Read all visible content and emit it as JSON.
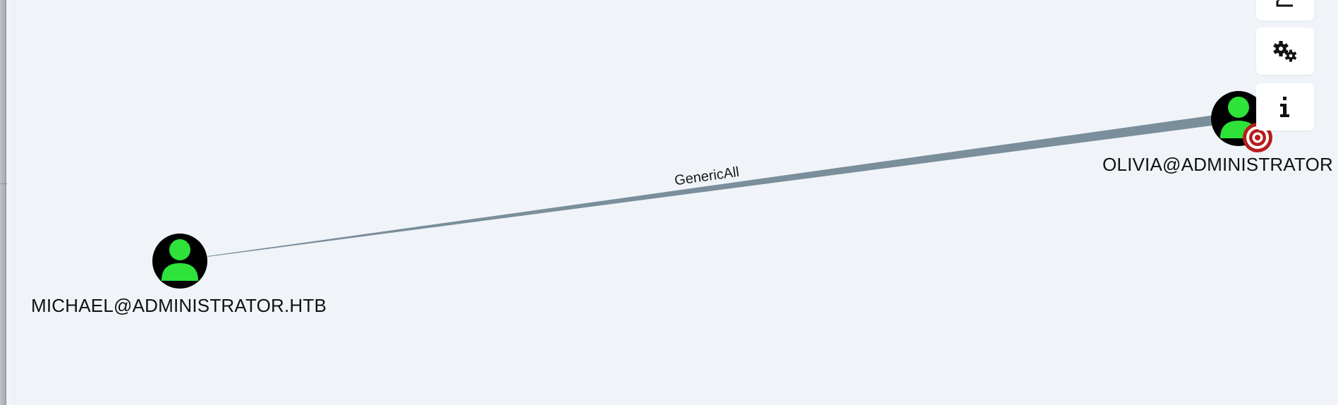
{
  "graph": {
    "nodes": [
      {
        "id": "michael",
        "label": "MICHAEL@ADMINISTRATOR.HTB",
        "type": "User",
        "icon": "user-icon",
        "icon_color": "#2ee23a",
        "owned": false,
        "target": false
      },
      {
        "id": "olivia",
        "label": "OLIVIA@ADMINISTRATOR",
        "type": "User",
        "icon": "user-icon",
        "icon_color": "#2ee23a",
        "owned": false,
        "target": true,
        "badge_icon": "target-icon"
      }
    ],
    "edges": [
      {
        "source": "michael",
        "target": "olivia",
        "label": "GenericAll",
        "color": "#7a8e9b"
      }
    ]
  },
  "controls": {
    "buttons": [
      {
        "name": "layout-button",
        "icon": "layout-icon"
      },
      {
        "name": "settings-button",
        "icon": "gears-icon"
      },
      {
        "name": "info-button",
        "icon": "info-icon",
        "glyph": "i"
      }
    ]
  },
  "colors": {
    "background": "#f0f4f9",
    "node_fill": "#000000",
    "user_icon": "#2ee23a",
    "edge": "#7a8e9b",
    "target_badge": "#b71c1c"
  }
}
